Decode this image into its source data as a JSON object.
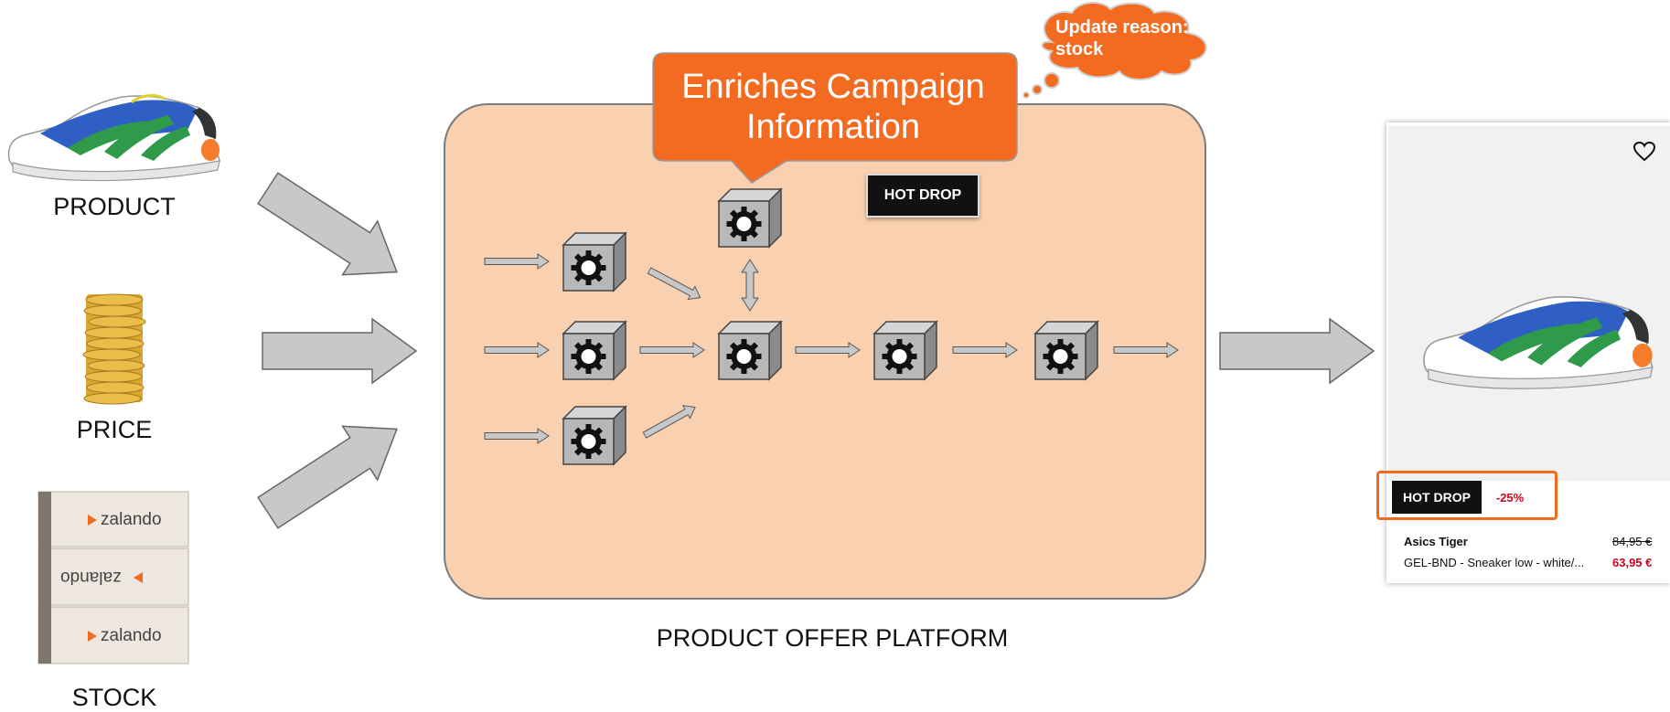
{
  "inputs": {
    "product_label": "PRODUCT",
    "price_label": "PRICE",
    "stock_label": "STOCK",
    "box_brand": "zalando"
  },
  "platform": {
    "label": "PRODUCT OFFER PLATFORM",
    "callout": "Enriches Campaign Information",
    "thought": "Update reason: stock",
    "badge": "HOT DROP"
  },
  "product_card": {
    "badge": "HOT DROP",
    "discount": "-25%",
    "brand": "Asics Tiger",
    "description": "GEL-BND - Sneaker low - white/...",
    "price_old": "84,95 €",
    "price_new": "63,95 €"
  },
  "colors": {
    "platform_fill": "#f9d0b0",
    "callout_orange": "#f26b21",
    "arrow_fill": "#c8c8c8",
    "badge_black": "#111111",
    "sale_red": "#d0021b"
  }
}
